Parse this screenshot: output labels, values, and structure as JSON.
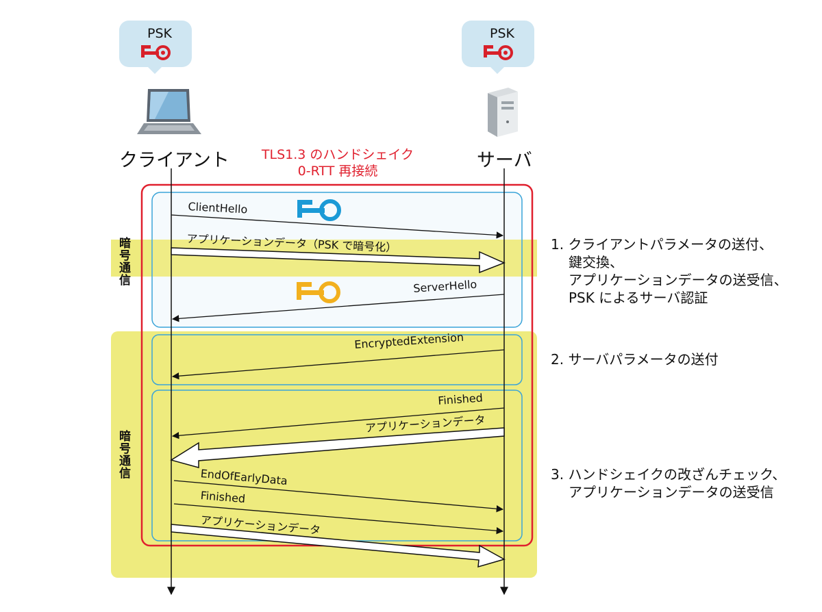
{
  "client": {
    "label": "クライアント",
    "psk": "PSK"
  },
  "server": {
    "label": "サーバ",
    "psk": "PSK"
  },
  "title": {
    "line1": "TLS1.3 のハンドシェイク",
    "line2": "0-RTT 再接続"
  },
  "encrypted_label": "暗号通信",
  "messages": {
    "client_hello": "ClientHello",
    "app_data_psk": "アプリケーションデータ（PSK で暗号化）",
    "server_hello": "ServerHello",
    "encrypted_extension": "EncryptedExtension",
    "finished_server": "Finished",
    "app_data_server": "アプリケーションデータ",
    "end_of_early_data": "EndOfEarlyData",
    "finished_client": "Finished",
    "app_data_client": "アプリケーションデータ"
  },
  "steps": {
    "step1": [
      "1. クライアントパラメータの送付、",
      "鍵交換、",
      "アプリケーションデータの送受信、",
      "PSK によるサーバ認証"
    ],
    "step2": [
      "2. サーバパラメータの送付"
    ],
    "step3": [
      "3. ハンドシェイクの改ざんチェック、",
      "アプリケーションデータの送受信"
    ]
  },
  "colors": {
    "outer_frame": "#e0202e",
    "phase_frame": "#3aa4d8",
    "phase_fill": "#eef6fb",
    "encrypted_band": "#eeeb7e",
    "client_key": "#1b9ad6",
    "server_key": "#f2b01e",
    "psk_key": "#d8202a"
  },
  "icons": {
    "client": "laptop-icon",
    "server": "server-tower-icon",
    "psk": "key-icon"
  }
}
